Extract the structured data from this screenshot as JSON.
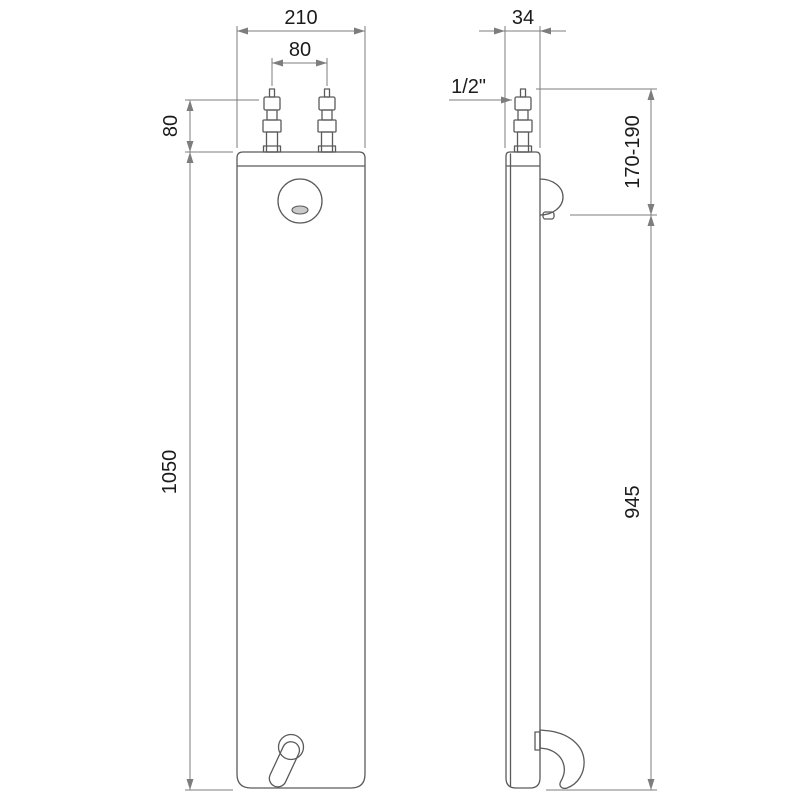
{
  "drawing": {
    "type": "technical-dimension-drawing",
    "views": {
      "front": {
        "width_label": "210",
        "valve_spacing_label": "80",
        "valve_height_label": "80",
        "height_label": "1050"
      },
      "side": {
        "depth_label": "34",
        "inlet_label": "1/2\"",
        "head_height_label": "170-190",
        "body_height_label": "945"
      }
    },
    "colors": {
      "object_line": "#5a5a5a",
      "dimension_line": "#7d7d7d",
      "text": "#1b1b1b",
      "background": "#ffffff"
    }
  }
}
